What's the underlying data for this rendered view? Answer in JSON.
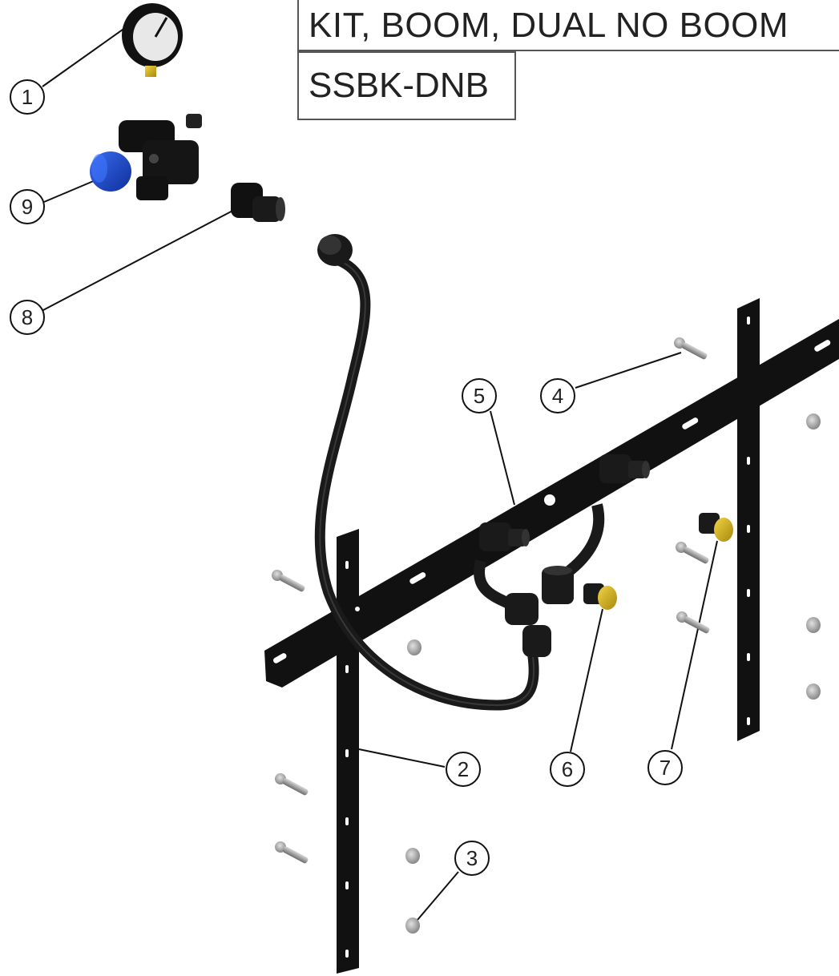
{
  "title": "KIT, BOOM, DUAL NO BOOM",
  "part_code": "SSBK-DNB",
  "callouts": [
    "1",
    "2",
    "3",
    "4",
    "5",
    "6",
    "7",
    "8",
    "9"
  ],
  "colors": {
    "metal_black": "#111111",
    "hose_black": "#1a1a1a",
    "bolt_gray": "#9a9a9a",
    "valve_blue": "#1f4fd1",
    "cap_yellow": "#d8b418",
    "gauge_face": "#e8e8e8"
  }
}
